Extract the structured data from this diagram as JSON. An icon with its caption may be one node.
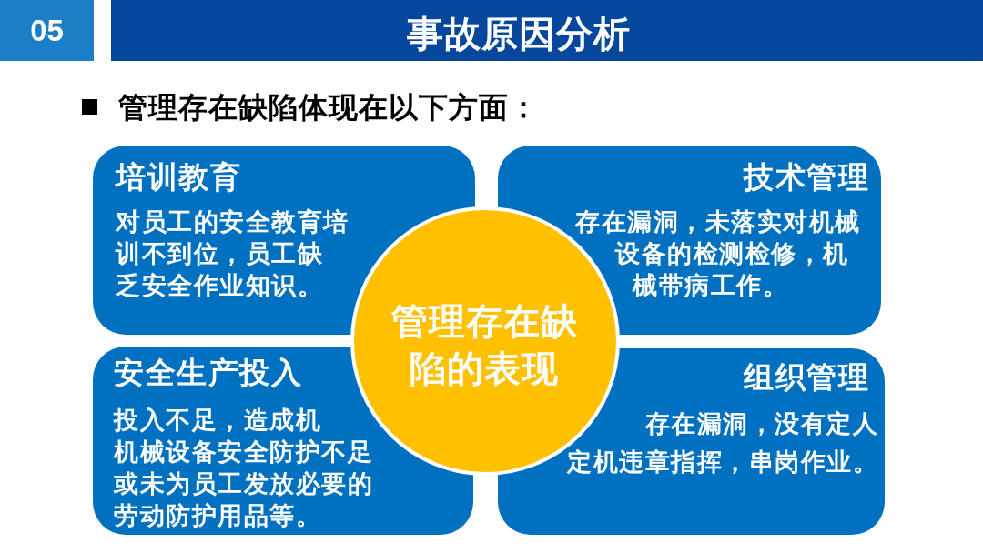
{
  "diagram": {
    "title": "事故原因分析",
    "nodes": [
      {
        "text": [
          "培训教育",
          "对员工的安全教育培训不到位，员工缺乏安全作业知识。"
        ]
      },
      {
        "text": [
          "技术管理",
          "存在漏洞，未落实对机械设备的检测检修，机械带病工作。"
        ]
      },
      {
        "text": [
          "管理存在缺陷的表现"
        ]
      },
      {
        "text": [
          "安全生产投入",
          "投入不足，造成机机械设备安全防护不足或未为员工发放必要的劳动防护用品等。"
        ]
      },
      {
        "text": [
          "组织管理",
          "存在漏洞，没有定人定机违章指挥，串岗作业。"
        ]
      }
    ],
    "labels": [
      "05",
      "管理存在缺陷体现在以下方面："
    ]
  }
}
